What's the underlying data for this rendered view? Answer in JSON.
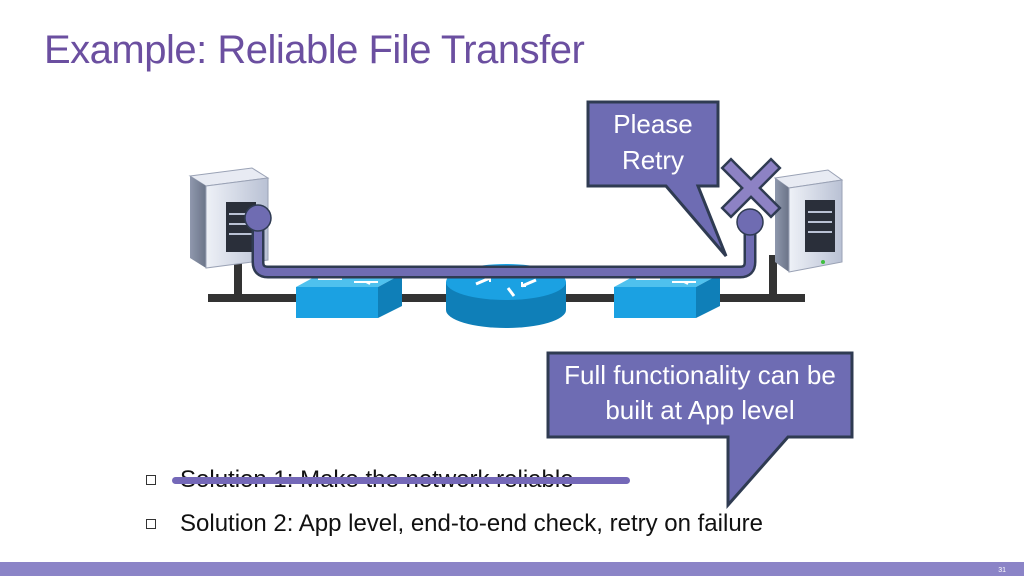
{
  "slide": {
    "title": "Example: Reliable File Transfer",
    "number": "31"
  },
  "callouts": {
    "retry": "Please Retry",
    "app_level": "Full functionality can be built at App level"
  },
  "bullets": [
    {
      "text": "Solution 1: Make the network reliable",
      "struck_out": true
    },
    {
      "text": "Solution 2: App level, end-to-end check, retry on failure",
      "struck_out": false
    }
  ],
  "diagram": {
    "nodes": [
      "server-left",
      "switch-left",
      "router",
      "switch-right",
      "server-right"
    ],
    "failure_marker": "x-icon",
    "colors": {
      "accent": "#6b4fa0",
      "callout_fill": "#6e6cb3",
      "callout_border": "#2f3b52",
      "device_blue": "#1ba1e2",
      "path": "#6f6cb2",
      "link": "#333333"
    }
  }
}
